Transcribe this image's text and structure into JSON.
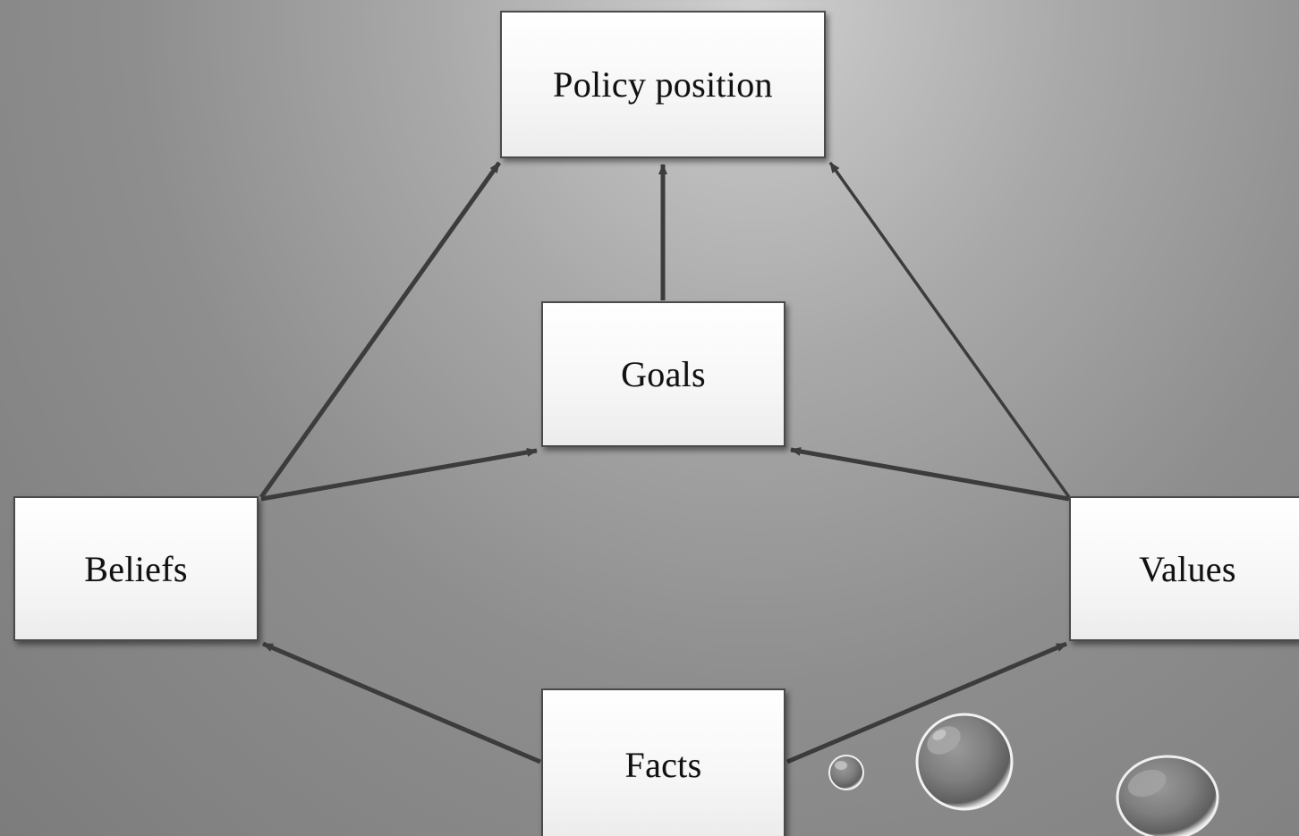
{
  "diagram": {
    "nodes": [
      {
        "id": "policy",
        "label": "Policy position"
      },
      {
        "id": "goals",
        "label": "Goals"
      },
      {
        "id": "beliefs",
        "label": "Beliefs"
      },
      {
        "id": "values",
        "label": "Values"
      },
      {
        "id": "facts",
        "label": "Facts"
      }
    ],
    "edges": [
      {
        "from": "beliefs",
        "to": "policy"
      },
      {
        "from": "goals",
        "to": "policy"
      },
      {
        "from": "values",
        "to": "policy"
      },
      {
        "from": "beliefs",
        "to": "goals"
      },
      {
        "from": "values",
        "to": "goals"
      },
      {
        "from": "facts",
        "to": "beliefs"
      },
      {
        "from": "facts",
        "to": "values"
      }
    ],
    "colors": {
      "background": "#8e8e8e",
      "node_fill": "#ffffff",
      "node_border": "#4a4a4a",
      "arrow": "#3c3c3c",
      "text": "#111111"
    },
    "decoration": "water-droplet-bubbles"
  }
}
